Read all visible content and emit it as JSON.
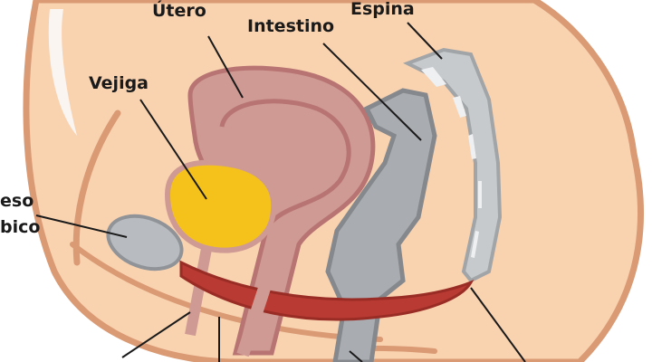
{
  "diagram": {
    "type": "anatomical cross-section (female pelvis, sagittal view)",
    "labels": {
      "utero": "Útero",
      "intestino": "Intestino",
      "espina": "Espina",
      "vejiga": "Vejiga",
      "hueso_line1": "eso",
      "hueso_line2": "bico"
    },
    "colors": {
      "skin": "#f9d2b0",
      "outline": "#d99a74",
      "uterus": "#cf9a93",
      "uterus_outline": "#b77472",
      "bladder": "#f5c21b",
      "intestine": "#a9acb0",
      "intestine_outline": "#85888c",
      "spine": "#c7cacd",
      "muscle": "#b83a32",
      "bone": "#b8bcc0"
    }
  }
}
